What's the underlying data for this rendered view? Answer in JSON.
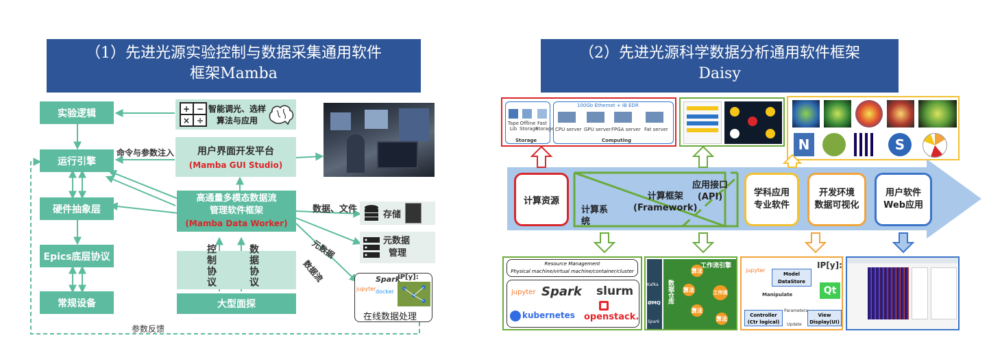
{
  "left": {
    "title_line1": "（1）先进光源实验控制与数据采集通用软件",
    "title_line2": "框架Mamba",
    "exp_logic": "实验逻辑",
    "run_engine": "运行引擎",
    "hw_layer": "硬件抽象层",
    "epics": "Epics底层协议",
    "common_dev": "常规设备",
    "smart_line1": "智能调光、选样",
    "smart_line2": "算法与应用",
    "gui_line1": "用户界面开发平台",
    "gui_line2": "(Mamba GUI Studio)",
    "cmd_label": "命令与参数注入",
    "worker_line1": "高通量多模态数据流",
    "worker_line2": "管理软件框架",
    "worker_line3": "(Mamba Data Worker)",
    "ctrl_proto": "控制协议",
    "data_proto": "数据协议",
    "detector": "大型面探",
    "data_file": "数据、文件",
    "storage": "存储",
    "meta_label": "元数据",
    "meta_line1": "元数据",
    "meta_line2": "管理",
    "stream_label": "数据流",
    "online": "在线数据处理",
    "feedback": "参数反馈",
    "tool_jupyter": "jupyter",
    "tool_spark": "Spark",
    "tool_docker": "docker",
    "tool_ipy": "IP[y]:"
  },
  "right": {
    "title_line1": "（2）先进光源科学数据分析通用软件框架",
    "title_line2": "Daisy",
    "compute_net": "100Gb Ethernet + IB EDR",
    "tape": "Tape Lib",
    "offline": "Offline Storage",
    "fast": "Fast Storage",
    "storage_lbl": "Storage",
    "cpu": "CPU server",
    "gpu": "GPU server",
    "fpga": "FPGA server",
    "fat": "Fat server",
    "computing_lbl": "Computing",
    "res": "计算资源",
    "framework_sys": "计算系统",
    "framework_line1": "计算框架",
    "framework_line2": "(Framework)",
    "api_line1": "应用接口",
    "api_line2": "(API)",
    "sci_line1": "学科应用",
    "sci_line2": "专业软件",
    "dev_line1": "开发环境",
    "dev_line2": "数据可视化",
    "web_line1": "用户软件",
    "web_line2": "Web应用",
    "rm_title": "Resource Management",
    "rm_sub": "Physical machine/virtual machine/container/cluster",
    "rm_jupyter": "jupyter",
    "rm_spark": "Spark",
    "rm_slurm": "slurm",
    "rm_k8s": "kubernetes",
    "rm_openstack": "openstack.",
    "wf_title": "工作流引擎",
    "wf_db": "数据仓库",
    "wf_algo": "算法",
    "wf_flow": "工作流",
    "wf_kafka": "Kafka",
    "wf_zmq": "ØMQ",
    "wf_spark": "Spark",
    "mvc_jupyter": "jupyter",
    "mvc_model_line1": "Model",
    "mvc_model_line2": "DataStore",
    "mvc_manip": "Manipulate",
    "mvc_ctrl_line1": "Controller",
    "mvc_ctrl_line2": "(Ctr logical)",
    "mvc_params": "Parameters",
    "mvc_update": "Update",
    "mvc_view_line1": "View",
    "mvc_view_line2": "Display(UI)",
    "mvc_ipy": "IP[y]:",
    "mvc_qt": "Qt"
  },
  "colors": {
    "banner": "#2e5597",
    "green_box": "#5dbb9f",
    "light_green": "#c4e6da",
    "accent_red": "#d9262a",
    "arrow_blue": "#a9c8ea",
    "orange": "#f2a33a",
    "layer_green": "#6aaa3a"
  }
}
